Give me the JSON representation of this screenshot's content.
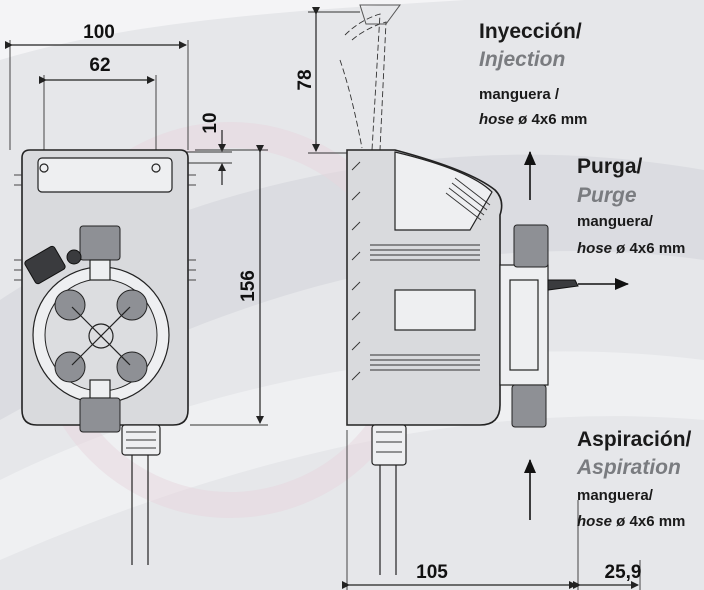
{
  "dimensions": {
    "width_100": "100",
    "width_62": "62",
    "offset_10": "10",
    "height_156": "156",
    "height_78": "78",
    "depth_105": "105",
    "depth_25_9": "25,9"
  },
  "labels": {
    "injection": {
      "es": "Inyección/",
      "en": "Injection",
      "hose_es": "manguera /",
      "hose_en": "hose",
      "hose_size": " ø 4x6 mm"
    },
    "purge": {
      "es": "Purga/",
      "en": "Purge",
      "hose_es": "manguera/",
      "hose_en": "hose",
      "hose_size": " ø 4x6 mm"
    },
    "aspiration": {
      "es": "Aspiración/",
      "en": "Aspiration",
      "hose_es": "manguera/",
      "hose_en": "hose",
      "hose_size": " ø 4x6 mm"
    }
  },
  "colors": {
    "background": "#e6e7ea",
    "pump_body": "#d9dadd",
    "dark_parts": "#3a3b3e"
  }
}
